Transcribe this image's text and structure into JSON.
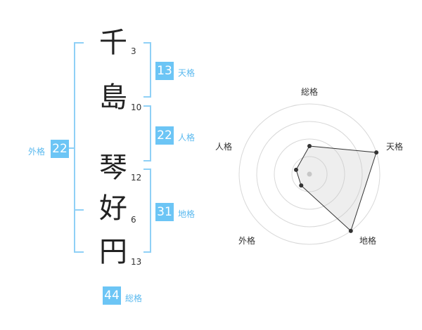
{
  "name_chars": [
    {
      "char": "千",
      "strokes": "3"
    },
    {
      "char": "島",
      "strokes": "10"
    },
    {
      "char": "琴",
      "strokes": "12"
    },
    {
      "char": "好",
      "strokes": "6"
    },
    {
      "char": "円",
      "strokes": "13"
    }
  ],
  "fortunes": {
    "tenkaku": {
      "value": "13",
      "label": "天格"
    },
    "jinkaku": {
      "value": "22",
      "label": "人格"
    },
    "chikaku": {
      "value": "31",
      "label": "地格"
    },
    "gaikaku": {
      "value": "22",
      "label": "外格"
    },
    "soukaku": {
      "value": "44",
      "label": "総格"
    }
  },
  "chart_data": {
    "type": "radar",
    "axes": [
      "総格",
      "天格",
      "地格",
      "外格",
      "人格"
    ],
    "values": [
      2,
      5,
      5,
      1,
      1
    ],
    "max": 5,
    "rings": 4
  }
}
